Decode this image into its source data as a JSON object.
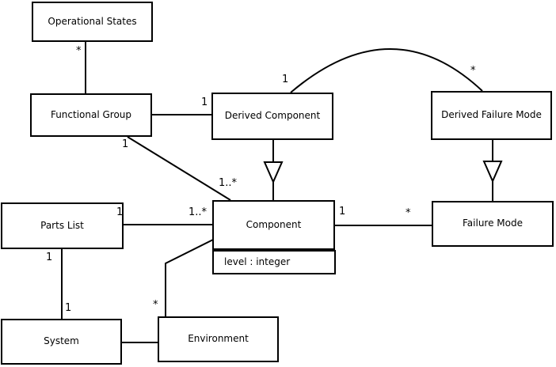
{
  "diagram": {
    "type": "uml-class-diagram",
    "background_color": "#ffffff",
    "line_color": "#000000",
    "text_color": "#000000"
  },
  "nodes": {
    "operational_states": "Operational States",
    "functional_group": "Functional Group",
    "derived_component": "Derived Component",
    "derived_failure_mode": "Derived Failure Mode",
    "parts_list": "Parts List",
    "component": "Component",
    "component_attribute": "level : integer",
    "failure_mode": "Failure Mode",
    "system": "System",
    "environment": "Environment"
  },
  "multiplicities": {
    "operational_states_end": "*",
    "functional_group_diagonal_source": "1",
    "derived_component_horizontal_end": "1",
    "arc_derived_component_end": "1",
    "arc_derived_failure_mode_end": "*",
    "component_diagonal_end": "1..*",
    "component_parts_list_end": "1..*",
    "parts_list_right_end": "1",
    "component_failure_mode_source": "1",
    "failure_mode_left_end": "*",
    "parts_list_bottom_end": "1",
    "system_top_end": "1",
    "environment_top_end": "*"
  },
  "edges": [
    {
      "from": "Operational States",
      "to": "Functional Group",
      "type": "association",
      "from_multiplicity": "*"
    },
    {
      "from": "Functional Group",
      "to": "Derived Component",
      "type": "association",
      "to_multiplicity": "1"
    },
    {
      "from": "Functional Group",
      "to": "Component",
      "type": "association",
      "from_multiplicity": "1",
      "to_multiplicity": "1..*"
    },
    {
      "from": "Derived Component",
      "to": "Component",
      "type": "generalization"
    },
    {
      "from": "Derived Component",
      "to": "Derived Failure Mode",
      "type": "association",
      "shape": "arc",
      "from_multiplicity": "1",
      "to_multiplicity": "*"
    },
    {
      "from": "Derived Failure Mode",
      "to": "Failure Mode",
      "type": "generalization"
    },
    {
      "from": "Component",
      "to": "Failure Mode",
      "type": "association",
      "from_multiplicity": "1",
      "to_multiplicity": "*"
    },
    {
      "from": "Parts List",
      "to": "Component",
      "type": "association",
      "from_multiplicity": "1",
      "to_multiplicity": "1..*"
    },
    {
      "from": "Parts List",
      "to": "System",
      "type": "association",
      "from_multiplicity": "1",
      "to_multiplicity": "1"
    },
    {
      "from": "Component",
      "to": "Environment",
      "type": "association",
      "to_multiplicity": "*"
    },
    {
      "from": "System",
      "to": "Environment",
      "type": "association"
    }
  ]
}
